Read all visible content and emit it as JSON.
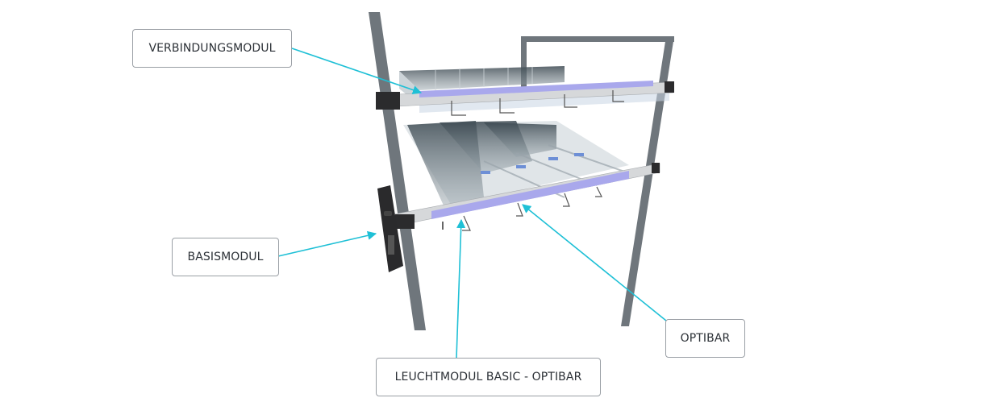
{
  "labels": {
    "verbindungsmodul": "VERBINDUNGSMODUL",
    "basismodul": "BASISMODUL",
    "leuchtmodul": "LEUCHTMODUL BASIC - OPTIBAR",
    "optibar": "OPTIBAR"
  },
  "colors": {
    "callout_line": "#1fc0d6",
    "rail_segment": "#a9a8ec",
    "post": "#6f767c"
  }
}
